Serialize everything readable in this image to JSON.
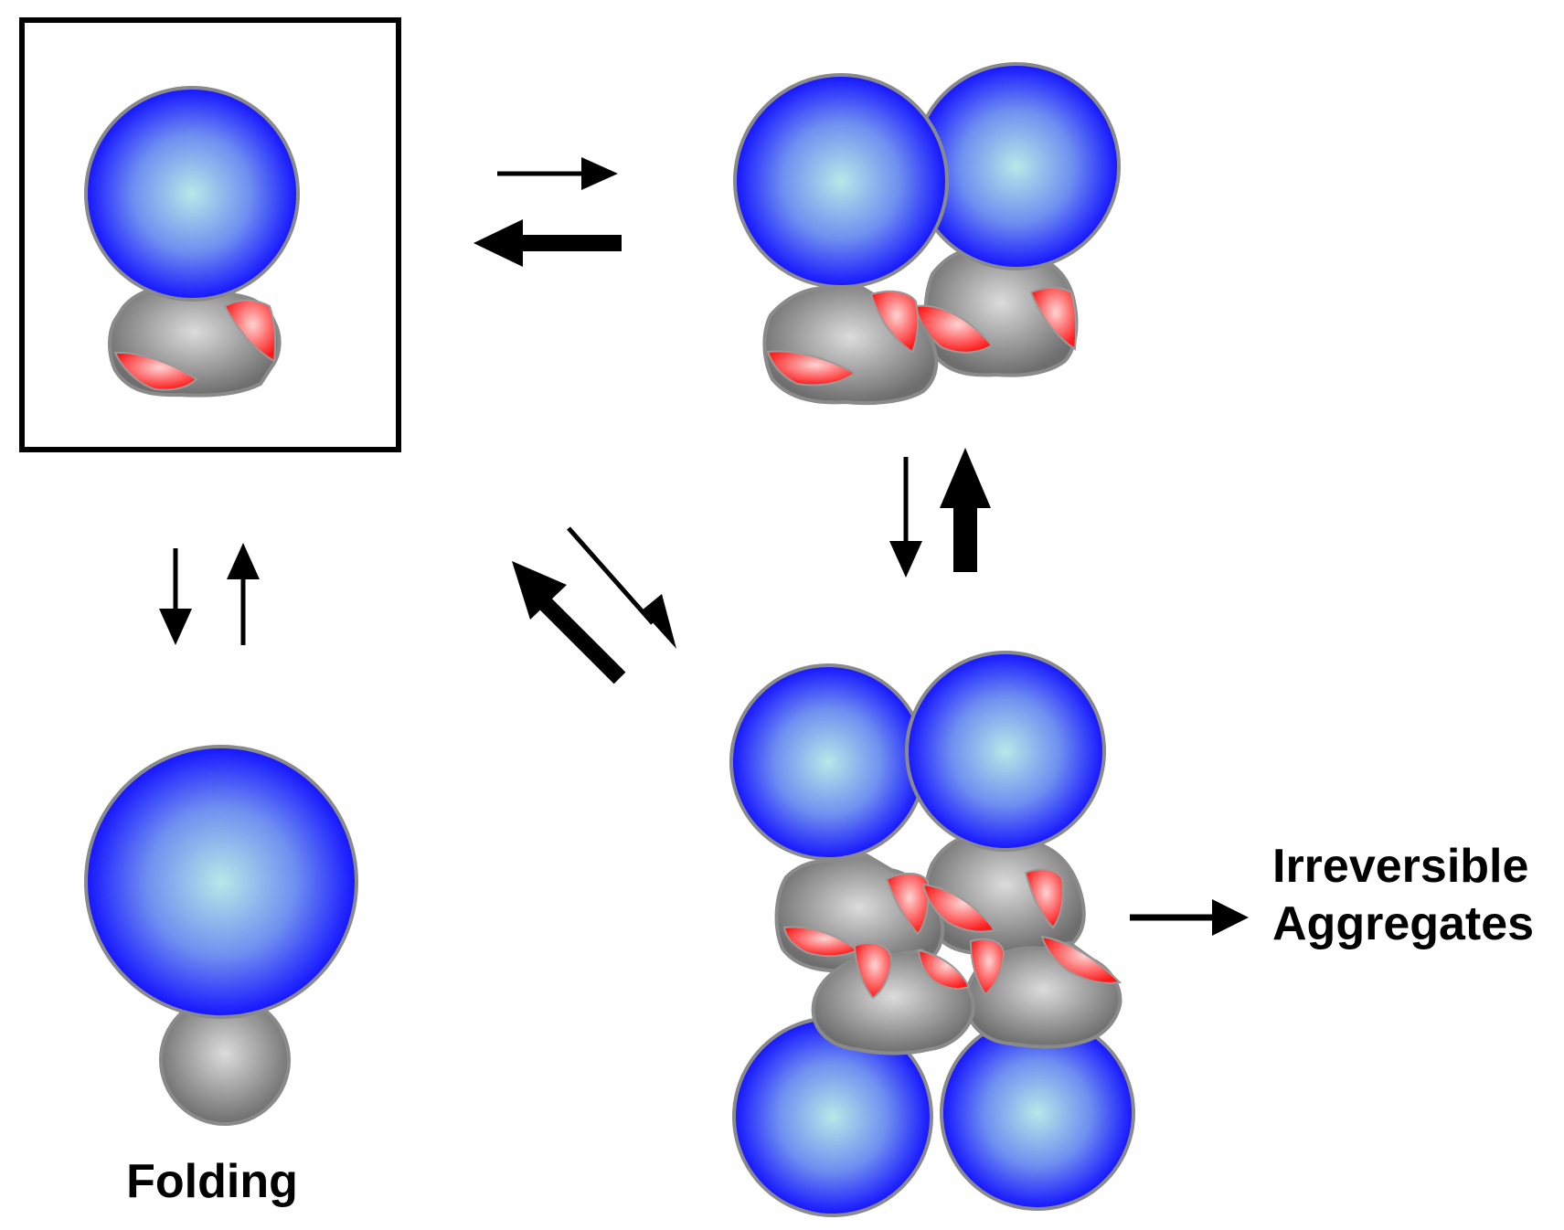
{
  "labels": {
    "folding": "Folding",
    "irreversible_line1": "Irreversible",
    "irreversible_line2": "Aggregates"
  },
  "colors": {
    "sphere_core": "#b8e8e8",
    "sphere_edge": "#1414ff",
    "gray_light": "#d9d9d9",
    "gray_dark": "#6e6e6e",
    "red_light": "#ffd4d4",
    "red_dark": "#ff1a1a",
    "arrow": "#000000",
    "frame": "#000000"
  }
}
